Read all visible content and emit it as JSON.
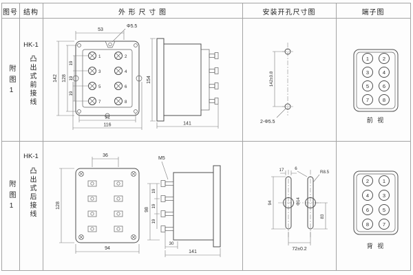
{
  "header": {
    "fig": "图号",
    "struct": "结构",
    "outline": "外 形 尺 寸 图",
    "mounting": "安装开孔尺寸图",
    "terminal": "端子图"
  },
  "rows": [
    {
      "fig": "附图1",
      "model": "HK-1",
      "struct": "凸出式前接线",
      "outline": {
        "top_width": "53",
        "corner_hole": "Φ5.5",
        "height": "142",
        "inner_height": "128",
        "pitch": [
          "19",
          "19",
          "19"
        ],
        "bottom_inner": "91",
        "bottom_width": "116",
        "terminals": [
          "1",
          "2",
          "3",
          "4",
          "5",
          "6",
          "7",
          "8"
        ],
        "side_height": "154",
        "depth": "141"
      },
      "mounting": {
        "hole_pitch": "142±0.8",
        "holes": "2-Φ5.5"
      },
      "terminal_diagram": {
        "numbers": [
          "1",
          "2",
          "3",
          "4",
          "5",
          "6",
          "7",
          "8"
        ],
        "caption": "前 视"
      }
    },
    {
      "fig": "附图1",
      "model": "HK-1",
      "struct": "凸出式后接线",
      "outline": {
        "top_width": "36",
        "screw": "M5",
        "height": "128",
        "side_height": "98",
        "pitch": [
          "19",
          "19",
          "19"
        ],
        "bottom_width": "94",
        "stud_depth": "30",
        "depth": "141"
      },
      "mounting": {
        "slot_width": "17",
        "slot_gap": "6",
        "slot_length": "94",
        "radius": "R8.5",
        "hole_dia": "Φ14",
        "right_len": "83",
        "center_dist": "72±0.2"
      },
      "terminal_diagram": {
        "numbers": [
          "2",
          "1",
          "4",
          "3",
          "6",
          "5",
          "8",
          "7"
        ],
        "caption": "背 视"
      }
    }
  ]
}
